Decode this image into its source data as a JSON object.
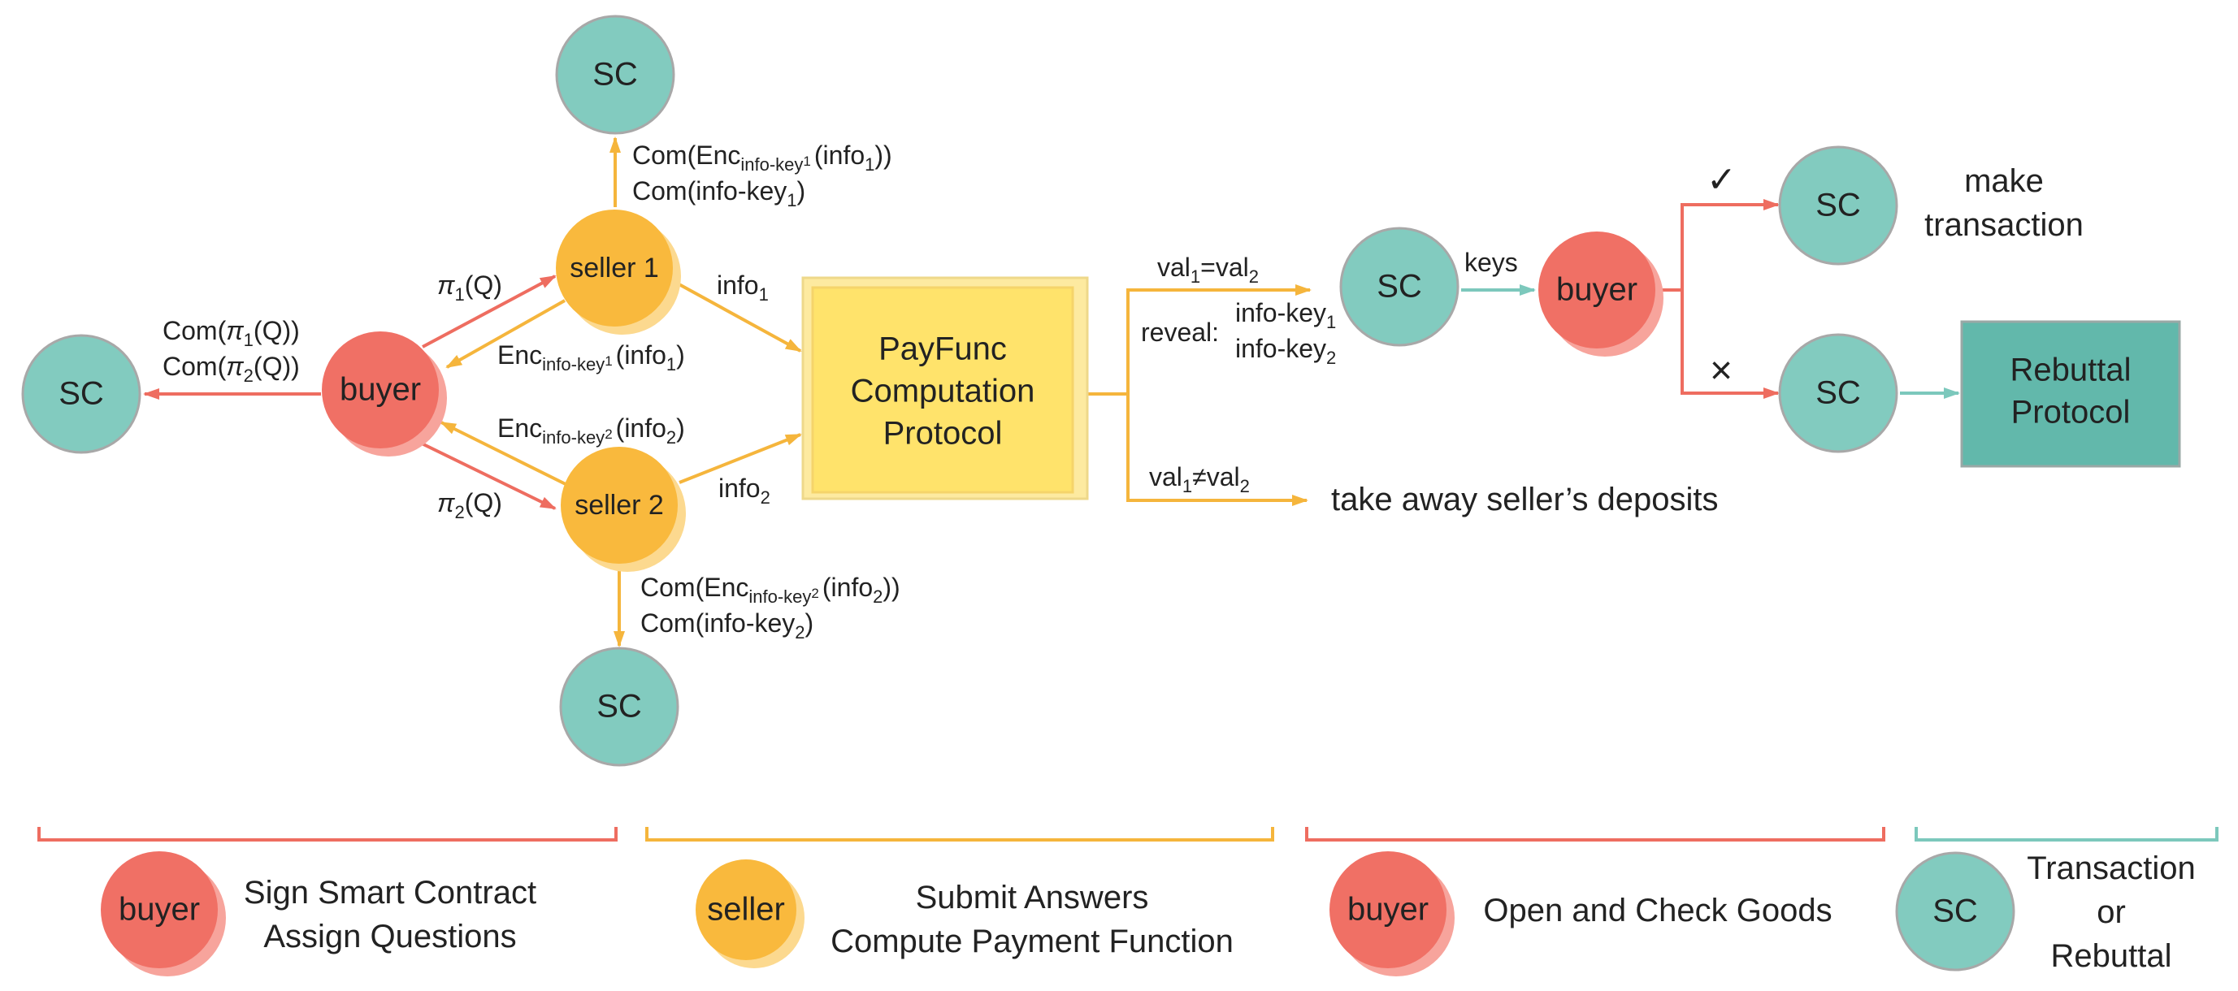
{
  "colors": {
    "buyer": "#f07065",
    "seller": "#f9b93d",
    "sc": "#82cbbf",
    "sc_stroke": "#a0a0a0",
    "payfunc": "#ffe36b",
    "payfunc_back": "#fdeaa0",
    "rebuttal": "#62b8ab",
    "buyer_line": "#ee6d60",
    "seller_line": "#f5b53c",
    "sc_line": "#7cc8bc"
  },
  "nodes": {
    "sc_label": "SC",
    "buyer_label": "buyer",
    "seller1_label": "seller 1",
    "seller2_label": "seller 2",
    "seller_label": "seller",
    "payfunc_lines": [
      "PayFunc",
      "Computation",
      "Protocol"
    ],
    "rebuttal_lines": [
      "Rebuttal",
      "Protocol"
    ]
  },
  "edges": {
    "com_pi1_pre": "Com(",
    "com_pi1_pi": "π",
    "com_pi1_sub": "1",
    "com_pi1_post": "(Q))",
    "com_pi2_pre": "Com(",
    "com_pi2_pi": "π",
    "com_pi2_sub": "2",
    "com_pi2_post": "(Q))",
    "pi1_pi": "π",
    "pi1_sub": "1",
    "pi1_post": "(Q)",
    "pi2_pi": "π",
    "pi2_sub": "2",
    "pi2_post": "(Q)",
    "enc1_pre": "Enc",
    "enc1_sub": "info-key",
    "enc1_subsub": "1",
    "enc1_post": "(info",
    "enc1_post_sub": "1",
    "enc1_close": ")",
    "enc2_pre": "Enc",
    "enc2_sub": "info-key",
    "enc2_subsub": "2",
    "enc2_post": "(info",
    "enc2_post_sub": "2",
    "enc2_close": ")",
    "info1_pre": "info",
    "info1_sub": "1",
    "info2_pre": "info",
    "info2_sub": "2",
    "comenc1_pre": "Com(Enc",
    "comenc1_sub": "info-key",
    "comenc1_subsub": "1",
    "comenc1_post": "(info",
    "comenc1_post_sub": "1",
    "comenc1_close": "))",
    "comkey1_pre": "Com(info-key",
    "comkey1_sub": "1",
    "comkey1_close": ")",
    "comenc2_pre": "Com(Enc",
    "comenc2_sub": "info-key",
    "comenc2_subsub": "2",
    "comenc2_post": "(info",
    "comenc2_post_sub": "2",
    "comenc2_close": "))",
    "comkey2_pre": "Com(info-key",
    "comkey2_sub": "2",
    "comkey2_close": ")",
    "val_eq_pre": "val",
    "val_eq_s1": "1",
    "val_eq_mid": "=val",
    "val_eq_s2": "2",
    "val_neq_pre": "val",
    "val_neq_s1": "1",
    "val_neq_mid": "≠val",
    "val_neq_s2": "2",
    "reveal": "reveal:",
    "reveal_key1_pre": "info-key",
    "reveal_key1_sub": "1",
    "reveal_key2_pre": "info-key",
    "reveal_key2_sub": "2",
    "take_away": "take away seller’s deposits",
    "keys": "keys",
    "check": "✓",
    "cross": "×",
    "make_transaction": [
      "make",
      "transaction"
    ]
  },
  "legend": {
    "phase1": [
      "Sign Smart Contract",
      "Assign Questions"
    ],
    "phase2": [
      "Submit Answers",
      "Compute Payment Function"
    ],
    "phase3": "Open and Check Goods",
    "phase4": [
      "Transaction",
      "or",
      "Rebuttal"
    ]
  }
}
